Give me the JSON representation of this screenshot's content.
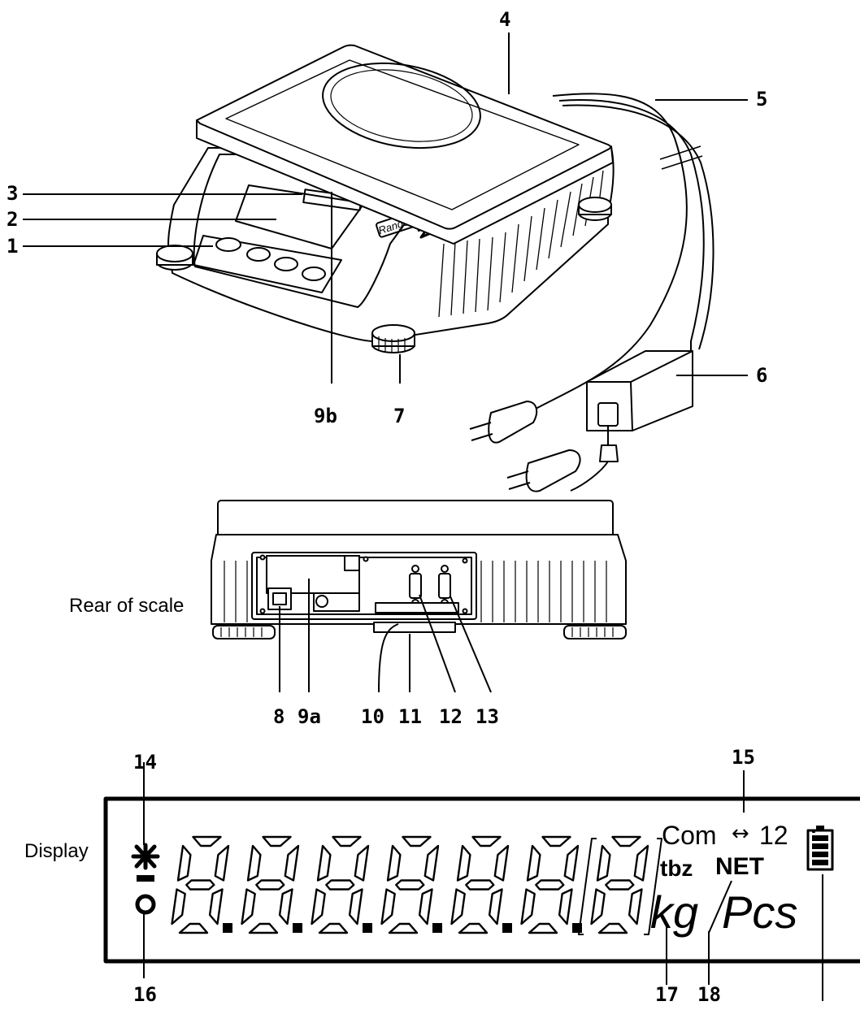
{
  "colors": {
    "ink": "#000000",
    "paper": "#ffffff"
  },
  "brand": {
    "model_label": "Ranger",
    "logo_icon": "ohaus-logo-icon"
  },
  "captions": {
    "rear": "Rear of scale",
    "display": "Display"
  },
  "callouts": {
    "c1": "1",
    "c2": "2",
    "c3": "3",
    "c4": "4",
    "c5": "5",
    "c6": "6",
    "c7": "7",
    "c8": "8",
    "c9a": "9a",
    "c9b": "9b",
    "c10": "10",
    "c11": "11",
    "c12": "12",
    "c13": "13",
    "c14": "14",
    "c15": "15",
    "c16": "16",
    "c17": "17",
    "c18": "18"
  },
  "display": {
    "digits": [
      "8",
      "8",
      "8",
      "8",
      "8",
      "8",
      "8"
    ],
    "com_label": "Com",
    "com_arrow": "↔",
    "com_ports": "12",
    "tbz_label": "tbz",
    "net_label": "NET",
    "unit_kg": "kg",
    "unit_pcs": "Pcs",
    "star_icon": "stability-star-icon",
    "minus_icon": "negative-sign-icon",
    "zero_icon": "center-of-zero-icon",
    "battery_icon": "battery-icon"
  }
}
